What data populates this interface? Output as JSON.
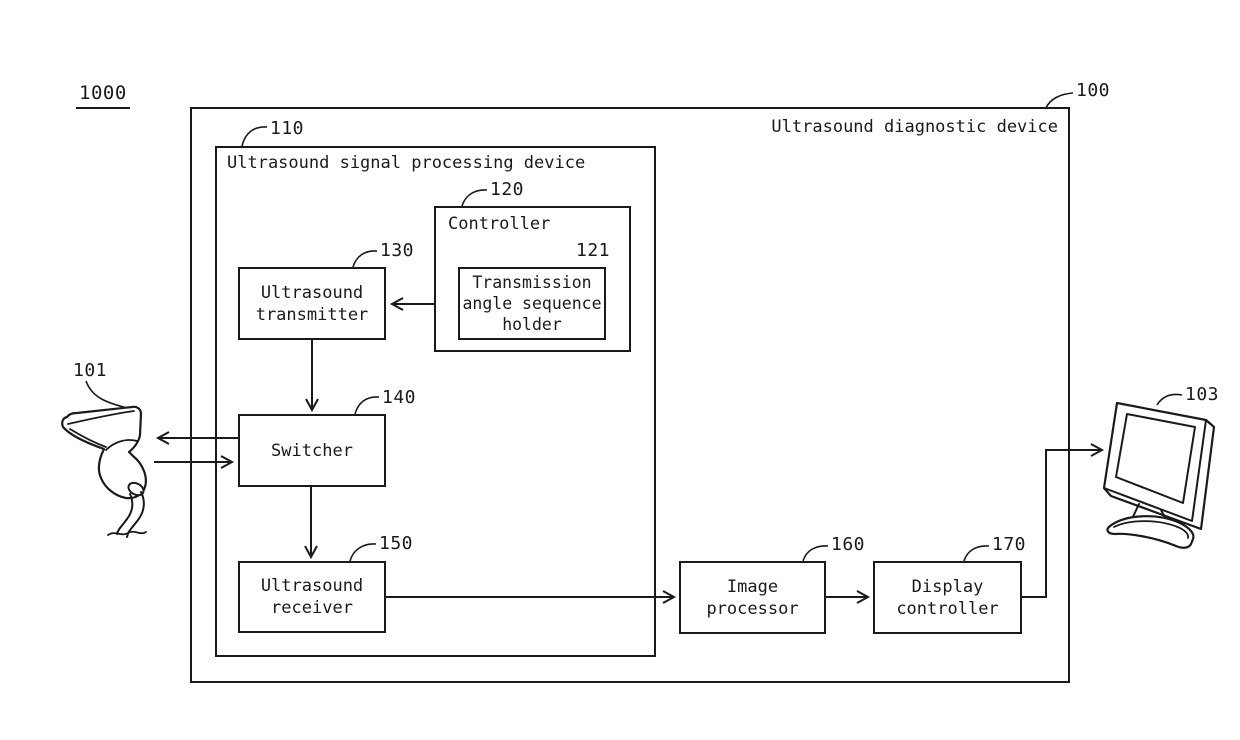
{
  "figure": {
    "system": {
      "ref": "1000"
    },
    "device": {
      "ref": "100",
      "title": "Ultrasound diagnostic device"
    },
    "processing": {
      "ref": "110",
      "title": "Ultrasound signal processing device"
    },
    "blocks": {
      "controller": {
        "ref": "120",
        "label": "Controller"
      },
      "holder": {
        "ref": "121",
        "label": "Transmission\nangle sequence\nholder"
      },
      "transmitter": {
        "ref": "130",
        "label": "Ultrasound\ntransmitter"
      },
      "switcher": {
        "ref": "140",
        "label": "Switcher"
      },
      "receiver": {
        "ref": "150",
        "label": "Ultrasound\nreceiver"
      },
      "image_processor": {
        "ref": "160",
        "label": "Image\nprocessor"
      },
      "display_controller": {
        "ref": "170",
        "label": "Display\ncontroller"
      }
    },
    "external": {
      "probe": {
        "ref": "101"
      },
      "monitor": {
        "ref": "103"
      }
    },
    "colors": {
      "line": "#1a1a1a",
      "background": "#ffffff"
    }
  }
}
